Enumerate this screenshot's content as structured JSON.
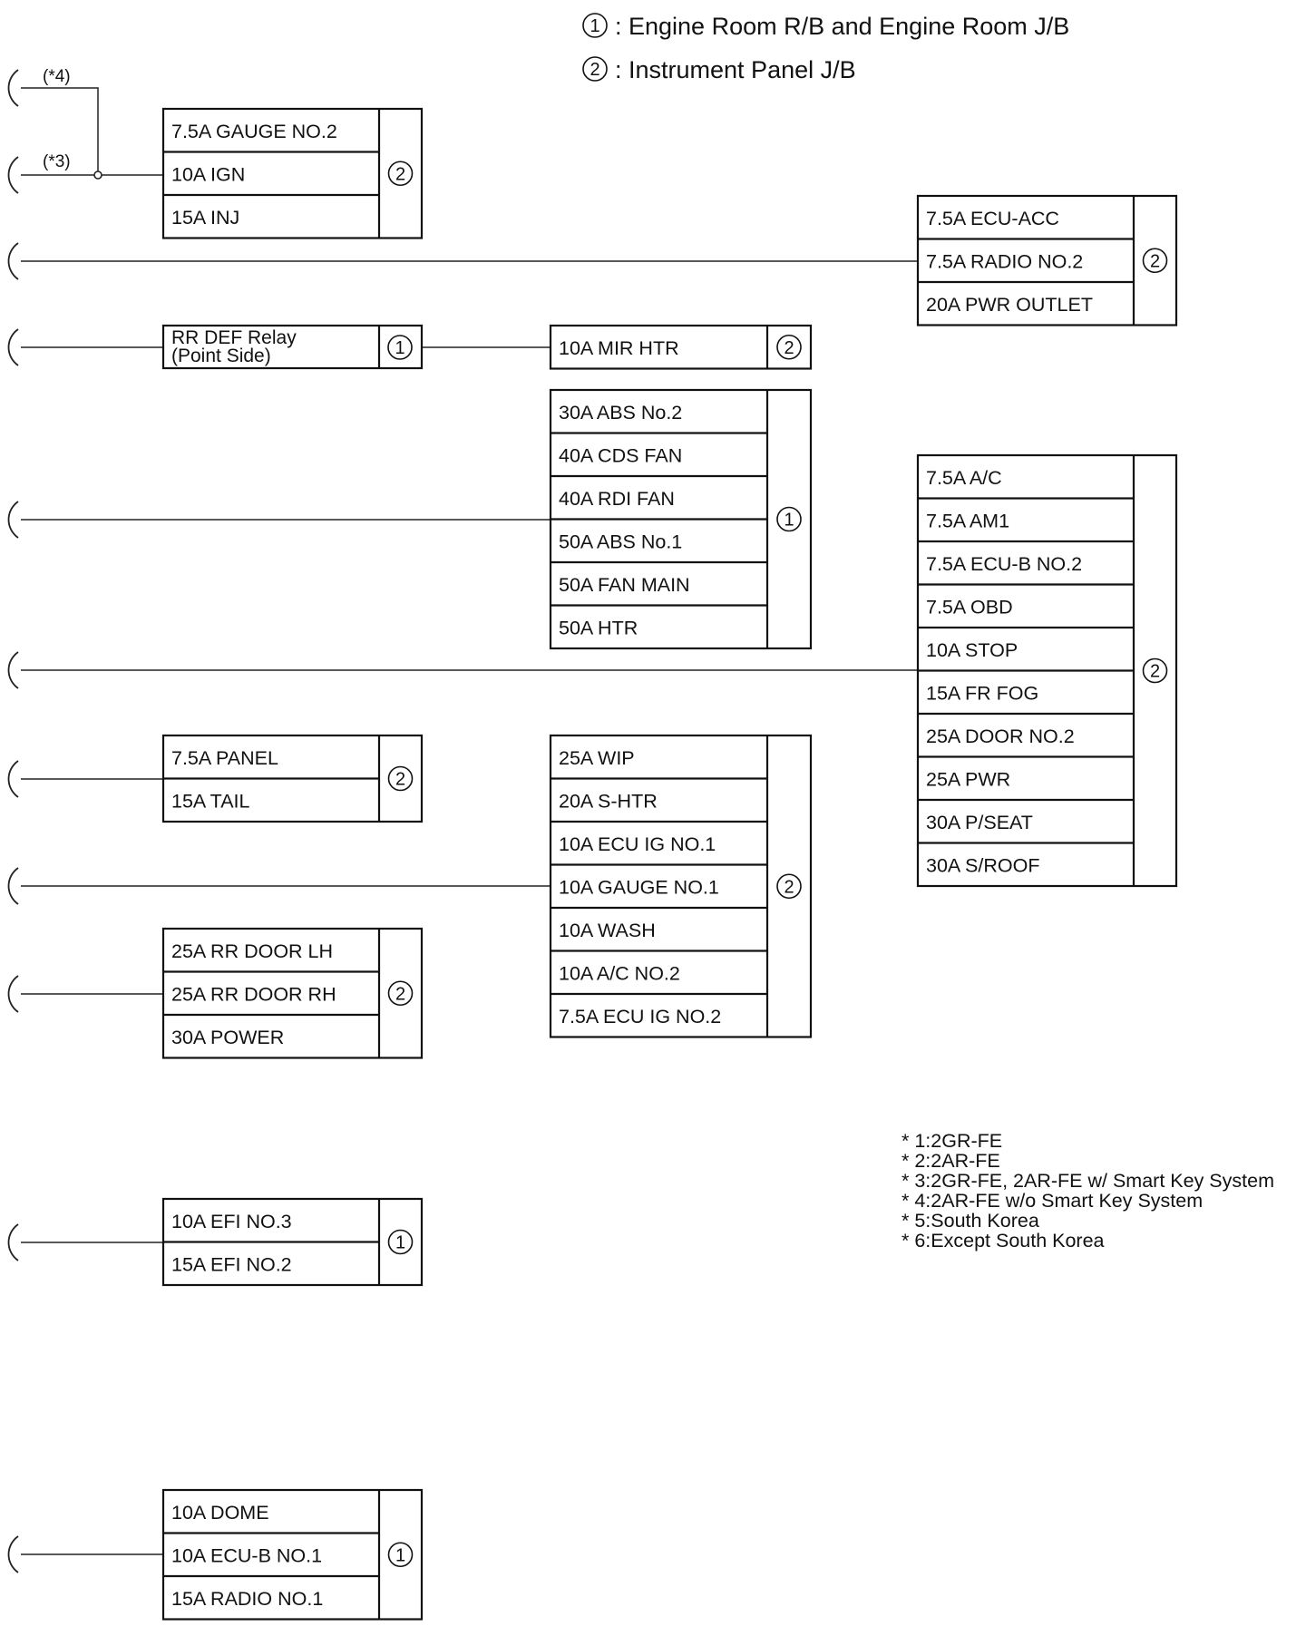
{
  "legend": [
    {
      "num": "1",
      "text": ": Engine Room R/B and Engine Room J/B"
    },
    {
      "num": "2",
      "text": ": Instrument Panel J/B"
    }
  ],
  "notes": [
    "* 1:2GR-FE",
    "* 2:2AR-FE",
    "* 3:2GR-FE, 2AR-FE w/ Smart Key System",
    "* 4:2AR-FE w/o Smart Key System",
    "* 5:South Korea",
    "* 6:Except South Korea"
  ],
  "tags": {
    "t4": "(*4)",
    "t3": "(*3)"
  },
  "relay": {
    "line1": "RR DEF Relay",
    "line2": "(Point Side)",
    "jb": "1"
  },
  "boxes": {
    "b_gauge": {
      "jb": "2",
      "fuses": [
        "7.5A GAUGE NO.2",
        "10A IGN",
        "15A INJ"
      ]
    },
    "b_ecuacc": {
      "jb": "2",
      "fuses": [
        "7.5A ECU-ACC",
        "7.5A RADIO NO.2",
        "20A PWR OUTLET"
      ]
    },
    "b_mirhtr": {
      "jb": "2",
      "fuses": [
        "10A MIR HTR"
      ]
    },
    "b_abs": {
      "jb": "1",
      "fuses": [
        "30A ABS No.2",
        "40A CDS FAN",
        "40A RDI FAN",
        "50A ABS No.1",
        "50A FAN MAIN",
        "50A HTR"
      ]
    },
    "b_ac": {
      "jb": "2",
      "fuses": [
        "7.5A A/C",
        "7.5A AM1",
        "7.5A ECU-B NO.2",
        "7.5A OBD",
        "10A STOP",
        "15A FR FOG",
        "25A DOOR NO.2",
        "25A PWR",
        "30A P/SEAT",
        "30A S/ROOF"
      ]
    },
    "b_panel": {
      "jb": "2",
      "fuses": [
        "7.5A PANEL",
        "15A TAIL"
      ]
    },
    "b_wip": {
      "jb": "2",
      "fuses": [
        "25A WIP",
        "20A S-HTR",
        "10A ECU IG NO.1",
        "10A GAUGE NO.1",
        "10A WASH",
        "10A A/C NO.2",
        "7.5A ECU IG NO.2"
      ]
    },
    "b_rrdoor": {
      "jb": "2",
      "fuses": [
        "25A RR DOOR LH",
        "25A RR DOOR RH",
        "30A POWER"
      ]
    },
    "b_efi": {
      "jb": "1",
      "fuses": [
        "10A EFI NO.3",
        "15A EFI NO.2"
      ]
    },
    "b_dome": {
      "jb": "1",
      "fuses": [
        "10A DOME",
        "10A ECU-B NO.1",
        "15A RADIO NO.1"
      ]
    }
  }
}
